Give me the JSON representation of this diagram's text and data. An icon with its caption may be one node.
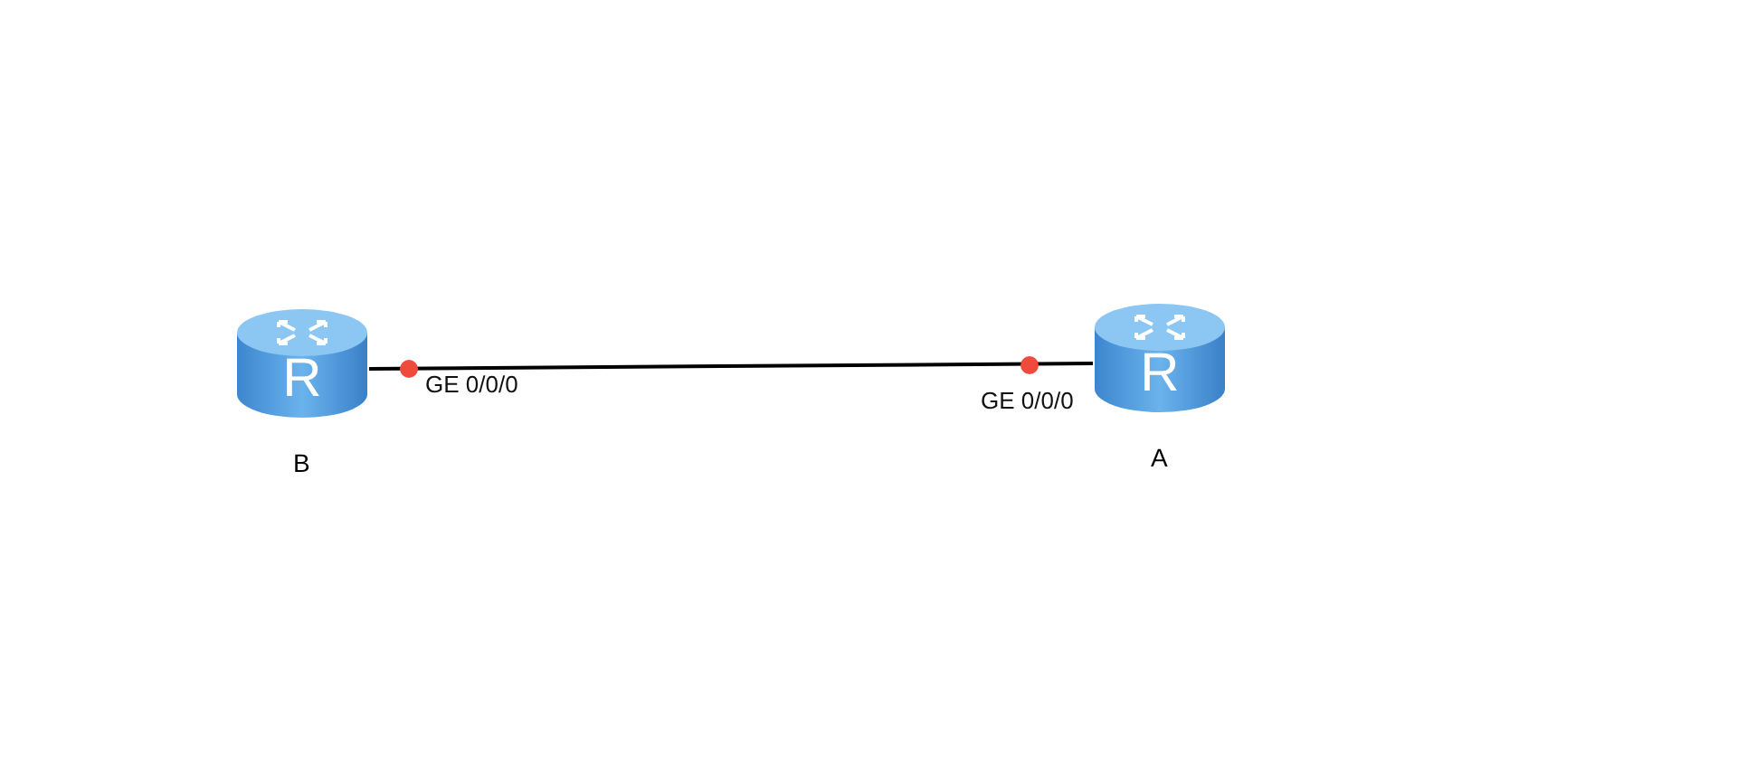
{
  "diagram": {
    "nodes": [
      {
        "text": [
          "R"
        ],
        "beside": [
          "B"
        ]
      },
      {
        "text": [
          "R"
        ],
        "beside": [
          "A"
        ]
      }
    ],
    "edges": [
      {
        "from": 0,
        "to": 1,
        "arrow": "none"
      }
    ],
    "labels": [
      "GE 0/0/0",
      "GE 0/0/0"
    ]
  }
}
